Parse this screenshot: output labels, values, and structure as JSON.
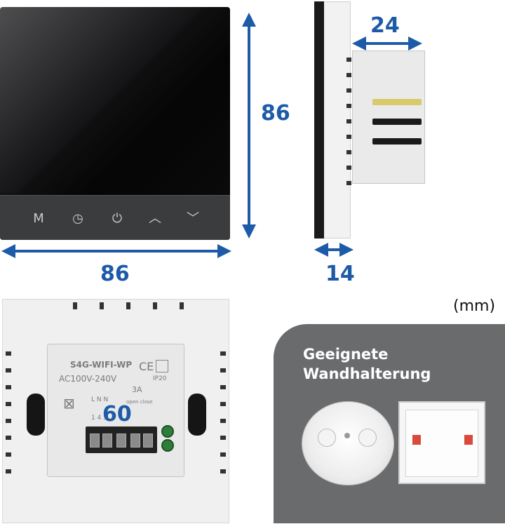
{
  "dimensions": {
    "width": "86",
    "height": "86",
    "depth_body": "24",
    "depth_plate": "14",
    "module": "60",
    "unit": "(mm)"
  },
  "front_buttons": [
    {
      "label": "M"
    },
    {
      "icon": "clock-icon",
      "glyph": "◷"
    },
    {
      "icon": "power-icon",
      "glyph": "⏻"
    },
    {
      "icon": "up-icon",
      "glyph": "︿"
    },
    {
      "icon": "down-icon",
      "glyph": "﹀"
    }
  ],
  "back_label": {
    "model": "S4G-WIFI-WP",
    "voltage": "AC100V-240V",
    "ce": "CE",
    "ip": "IP20",
    "current": "3A",
    "terminals_lnn": "L   N   N",
    "open_close": "open close",
    "terminal_numbers": "1        4   5"
  },
  "wall_box": {
    "title_line1": "Geeignete",
    "title_line2": "Wandhalterung"
  },
  "colors": {
    "dimension": "#1d5ba8",
    "panel": "#6a6b6d"
  }
}
